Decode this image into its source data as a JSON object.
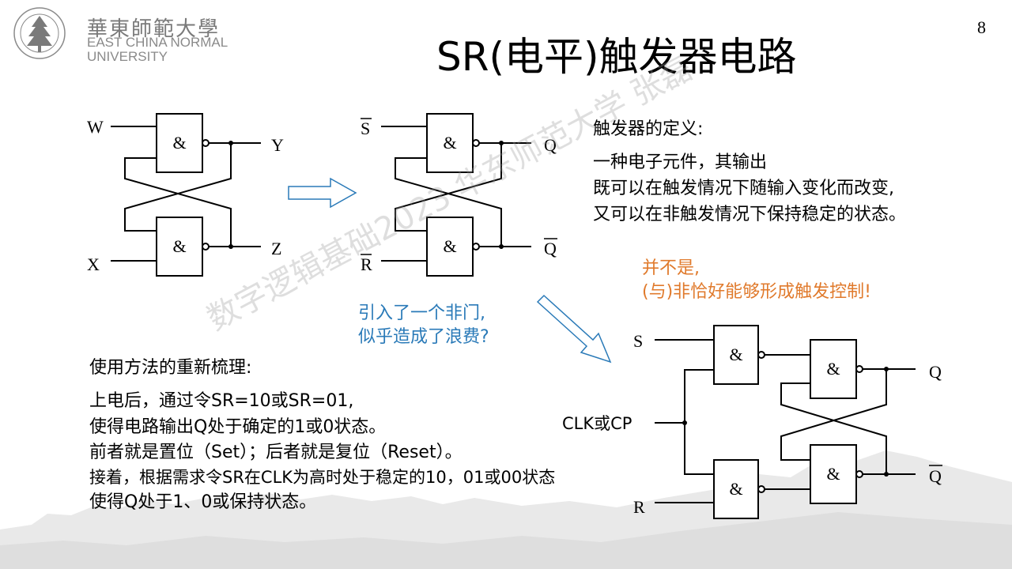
{
  "logo": {
    "name_cn": "華東師範大學",
    "name_en_line1": "EAST CHINA NORMAL",
    "name_en_line2": "UNIVERSITY"
  },
  "page_number": "8",
  "title": "SR(电平)触发器电路",
  "diagram1": {
    "in_top": "W",
    "in_bottom": "X",
    "out_top": "Y",
    "out_bottom": "Z",
    "gate": "&"
  },
  "diagram2": {
    "in_top": "S",
    "in_bottom": "R",
    "out_top": "Q",
    "out_bottom": "Q",
    "gate": "&"
  },
  "diagram3": {
    "in_s": "S",
    "in_clk": "CLK或CP",
    "in_r": "R",
    "out_top": "Q",
    "out_bottom": "Q",
    "gate": "&"
  },
  "definition": {
    "heading": "触发器的定义:",
    "lines": [
      "一种电子元件，其输出",
      "既可以在触发情况下随输入变化而改变,",
      "又可以在非触发情况下保持稳定的状态。"
    ]
  },
  "orange_note": {
    "line1": "并不是,",
    "line2": "(与)非恰好能够形成触发控制!"
  },
  "blue_note": {
    "line1": "引入了一个非门,",
    "line2": "似乎造成了浪费?"
  },
  "usage": {
    "heading": "使用方法的重新梳理:",
    "lines": [
      "上电后，通过令SR=10或SR=01,",
      "使得电路输出Q处于确定的1或0状态。",
      "前者就是置位（Set）；后者就是复位（Reset）。",
      "接着，根据需求令SR在CLK为高时处于稳定的10，01或00状态",
      "使得Q处于1、0或保持状态。"
    ]
  },
  "watermark": "数字逻辑基础2023 华东师范大学 张磊",
  "colors": {
    "orange": "#e07a2c",
    "blue": "#2a7ab8",
    "logo_gray": "#7a7a7a"
  }
}
